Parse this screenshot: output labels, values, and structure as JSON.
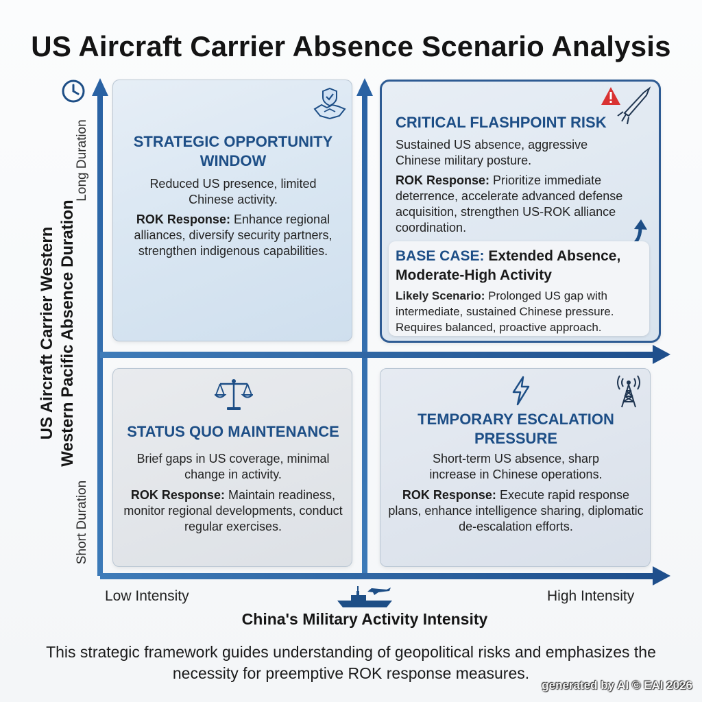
{
  "title": "US Aircraft Carrier Absence Scenario Analysis",
  "y_axis": {
    "label_line1": "US Aircraft Carrier Western",
    "label_line2": "Western Pacific Absence Duration",
    "high": "Long Duration",
    "low": "Short Duration"
  },
  "x_axis": {
    "label": "China's Military Activity Intensity",
    "low": "Low Intensity",
    "high": "High Intensity"
  },
  "quadrants": {
    "top_left": {
      "heading": "STRATEGIC OPPORTUNITY WINDOW",
      "description": "Reduced US presence, limited Chinese activity.",
      "response_label": "ROK Response:",
      "response": "Enhance regional alliances, diversify security partners, strengthen indigenous capabilities.",
      "icon": "handshake-shield-icon"
    },
    "top_right": {
      "heading": "CRITICAL FLASHPOINT RISK",
      "description": "Sustained US absence, aggressive Chinese military posture.",
      "response_label": "ROK Response:",
      "response": "Prioritize immediate deterrence, accelerate advanced defense acquisition, strengthen US-ROK alliance coordination.",
      "icon": "warning-missile-icon"
    },
    "bottom_left": {
      "heading": "STATUS QUO MAINTENANCE",
      "description": "Brief gaps in US coverage, minimal change in activity.",
      "response_label": "ROK Response:",
      "response": "Maintain readiness, monitor regional developments, conduct regular exercises.",
      "icon": "scales-icon"
    },
    "bottom_right": {
      "heading": "TEMPORARY ESCALATION PRESSURE",
      "description": "Short-term US absence, sharp increase in Chinese operations.",
      "response_label": "ROK Response:",
      "response": "Execute rapid response plans, enhance intelligence sharing, diplomatic de-escalation efforts.",
      "icon": "lightning-radio-tower-icon"
    }
  },
  "base_case": {
    "label": "BASE CASE:",
    "title": "Extended Absence, Moderate-High Activity",
    "scenario_label": "Likely Scenario:",
    "scenario": "Prolonged US gap with intermediate, sustained Chinese pressure. Requires balanced, proactive approach."
  },
  "footer": "This strategic framework guides understanding of geopolitical risks and emphasizes the necessity for preemptive ROK response measures.",
  "credit": "generated by AI © EAI 2026",
  "colors": {
    "axis": "#2f69a8",
    "heading": "#1d4e86",
    "alert": "#d93232"
  }
}
